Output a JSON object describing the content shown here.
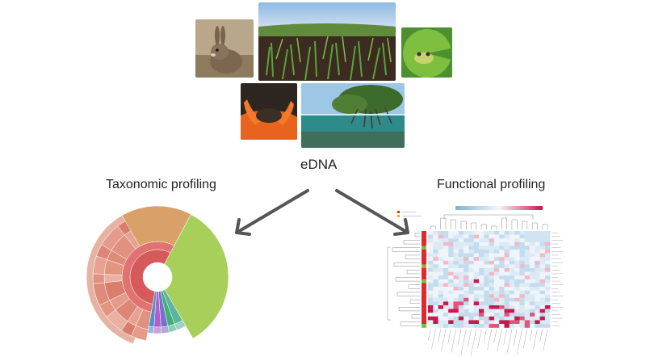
{
  "title": "eDNA",
  "left_branch": {
    "label": "Taxonomic profiling"
  },
  "right_branch": {
    "label": "Functional profiling"
  },
  "colors": {
    "arrow": "#555555",
    "sunburst_green": "#a9cf5b",
    "sunburst_salmon": "#e0917f",
    "heat_red": "#c9184a",
    "heat_blue": "#9ecae1",
    "sidebar_red": "#e3262b",
    "sidebar_green": "#7dbf3a"
  },
  "photos": [
    {
      "id": "rabbit",
      "icon": "rabbit-photo"
    },
    {
      "id": "field",
      "icon": "crop-field-photo"
    },
    {
      "id": "frog",
      "icon": "frog-on-lilypad-photo"
    },
    {
      "id": "soil",
      "icon": "soil-in-gloved-hands-photo"
    },
    {
      "id": "mangrove",
      "icon": "mangrove-split-view-photo"
    }
  ]
}
